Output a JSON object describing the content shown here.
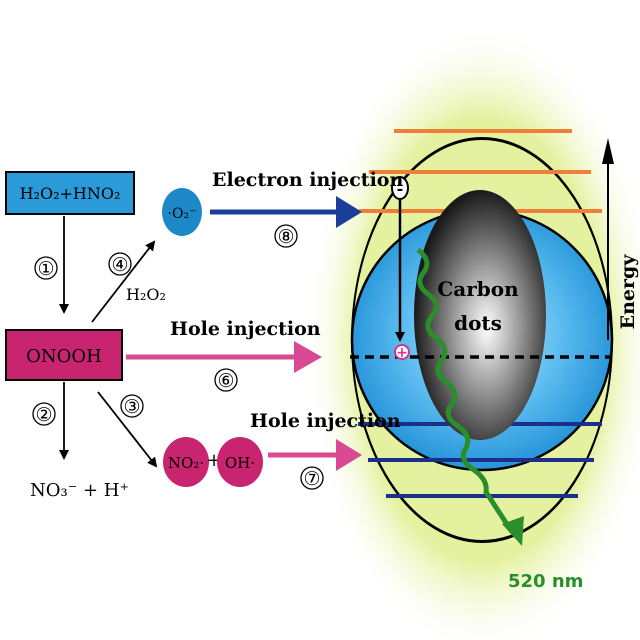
{
  "boxes": {
    "reactants": "H₂O₂+HNO₂",
    "onooh": "ONOOH",
    "products": "NO₃⁻ + H⁺"
  },
  "species": {
    "superoxide": "·O₂⁻",
    "no2": "NO₂·",
    "plus": "+",
    "oh": "OH·"
  },
  "labels": {
    "h2o2": "H₂O₂",
    "electron_injection": "Electron injection",
    "hole_injection_1": "Hole injection",
    "hole_injection_2": "Hole injection",
    "carbon_dots": [
      "Carbon",
      "dots"
    ],
    "emission": "520 nm",
    "energy": "Energy",
    "electron_sign": "-",
    "hole_sign": "+"
  },
  "steps": [
    "①",
    "②",
    "③",
    "④",
    "⑥",
    "⑦",
    "⑧"
  ],
  "colors": {
    "reactants_fill": "#2a9ad8",
    "onooh_fill": "#c8246f",
    "species_fill_blue": "#1c88c8",
    "species_fill_pink": "#c8246f",
    "electron_arrow": "#1a3f98",
    "hole_arrow": "#d94a92",
    "sphere_blue": "#35a8e6",
    "glow": "#e9f4b0",
    "conduction_band": "#f07e3a",
    "valence_band": "#1a2f8c",
    "emission": "#2a8e2a"
  }
}
